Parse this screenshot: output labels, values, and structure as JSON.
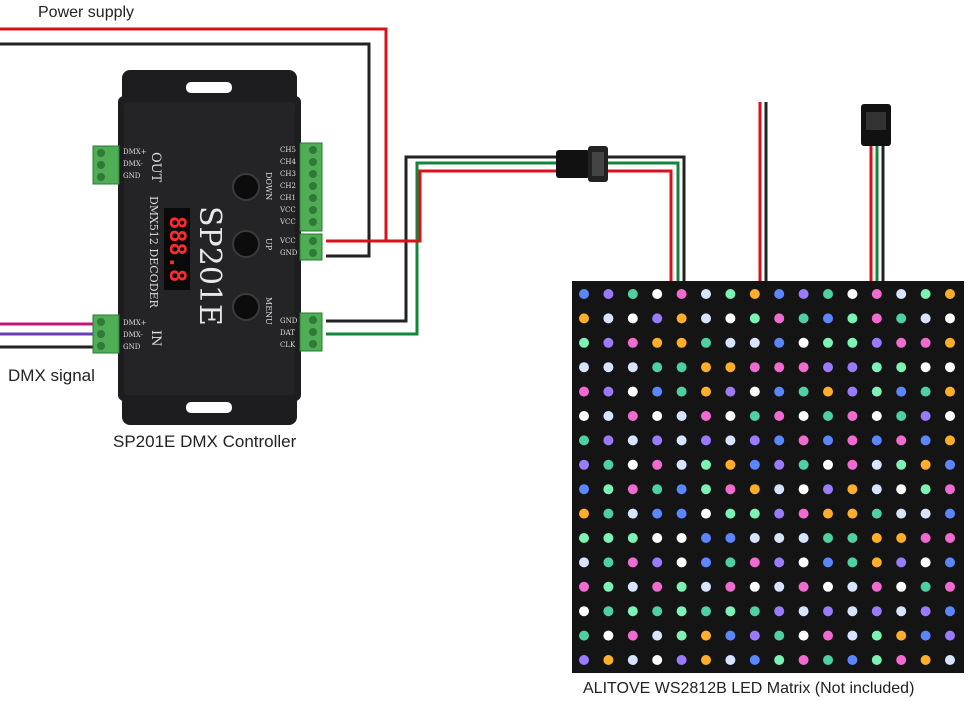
{
  "labels": {
    "power_supply": "Power supply",
    "dmx_signal": "DMX signal",
    "controller_caption": "SP201E DMX Controller",
    "matrix_caption": "ALITOVE WS2812B LED Matrix (Not included)"
  },
  "device": {
    "model": "SP201E",
    "decoder_text": "DMX512 DECODER",
    "display_digits": "888.8",
    "out_label": "OUT",
    "in_label": "IN",
    "out_pins": [
      "DMX+",
      "DMX-",
      "GND"
    ],
    "in_pins": [
      "DMX+",
      "DMX-",
      "GND"
    ],
    "channel_pins": [
      "CH5",
      "CH4",
      "CH3",
      "CH2",
      "CH1",
      "VCC",
      "VCC"
    ],
    "power_pins": [
      "VCC",
      "GND"
    ],
    "led_pins": [
      "GND",
      "DAT",
      "CLK"
    ],
    "buttons": [
      "DOWN",
      "UP",
      "MENU"
    ]
  },
  "colors": {
    "wire_red": "#d8121a",
    "wire_black": "#222222",
    "wire_green": "#13853a",
    "dmx_magenta": "#c2187a",
    "dmx_purple": "#6a3fb4",
    "housing": "#1d1d1f",
    "terminal_green": "#4fae55",
    "display_red": "#ff2a2a",
    "matrix_bg": "#141414"
  },
  "matrix": {
    "rows": 16,
    "cols": 16,
    "led_palette": [
      "#5b86ff",
      "#d6e4ff",
      "#4fd0a0",
      "#ffae2a",
      "#f06bd0",
      "#9a7bff",
      "#7cf2b4",
      "#ffffff"
    ]
  }
}
